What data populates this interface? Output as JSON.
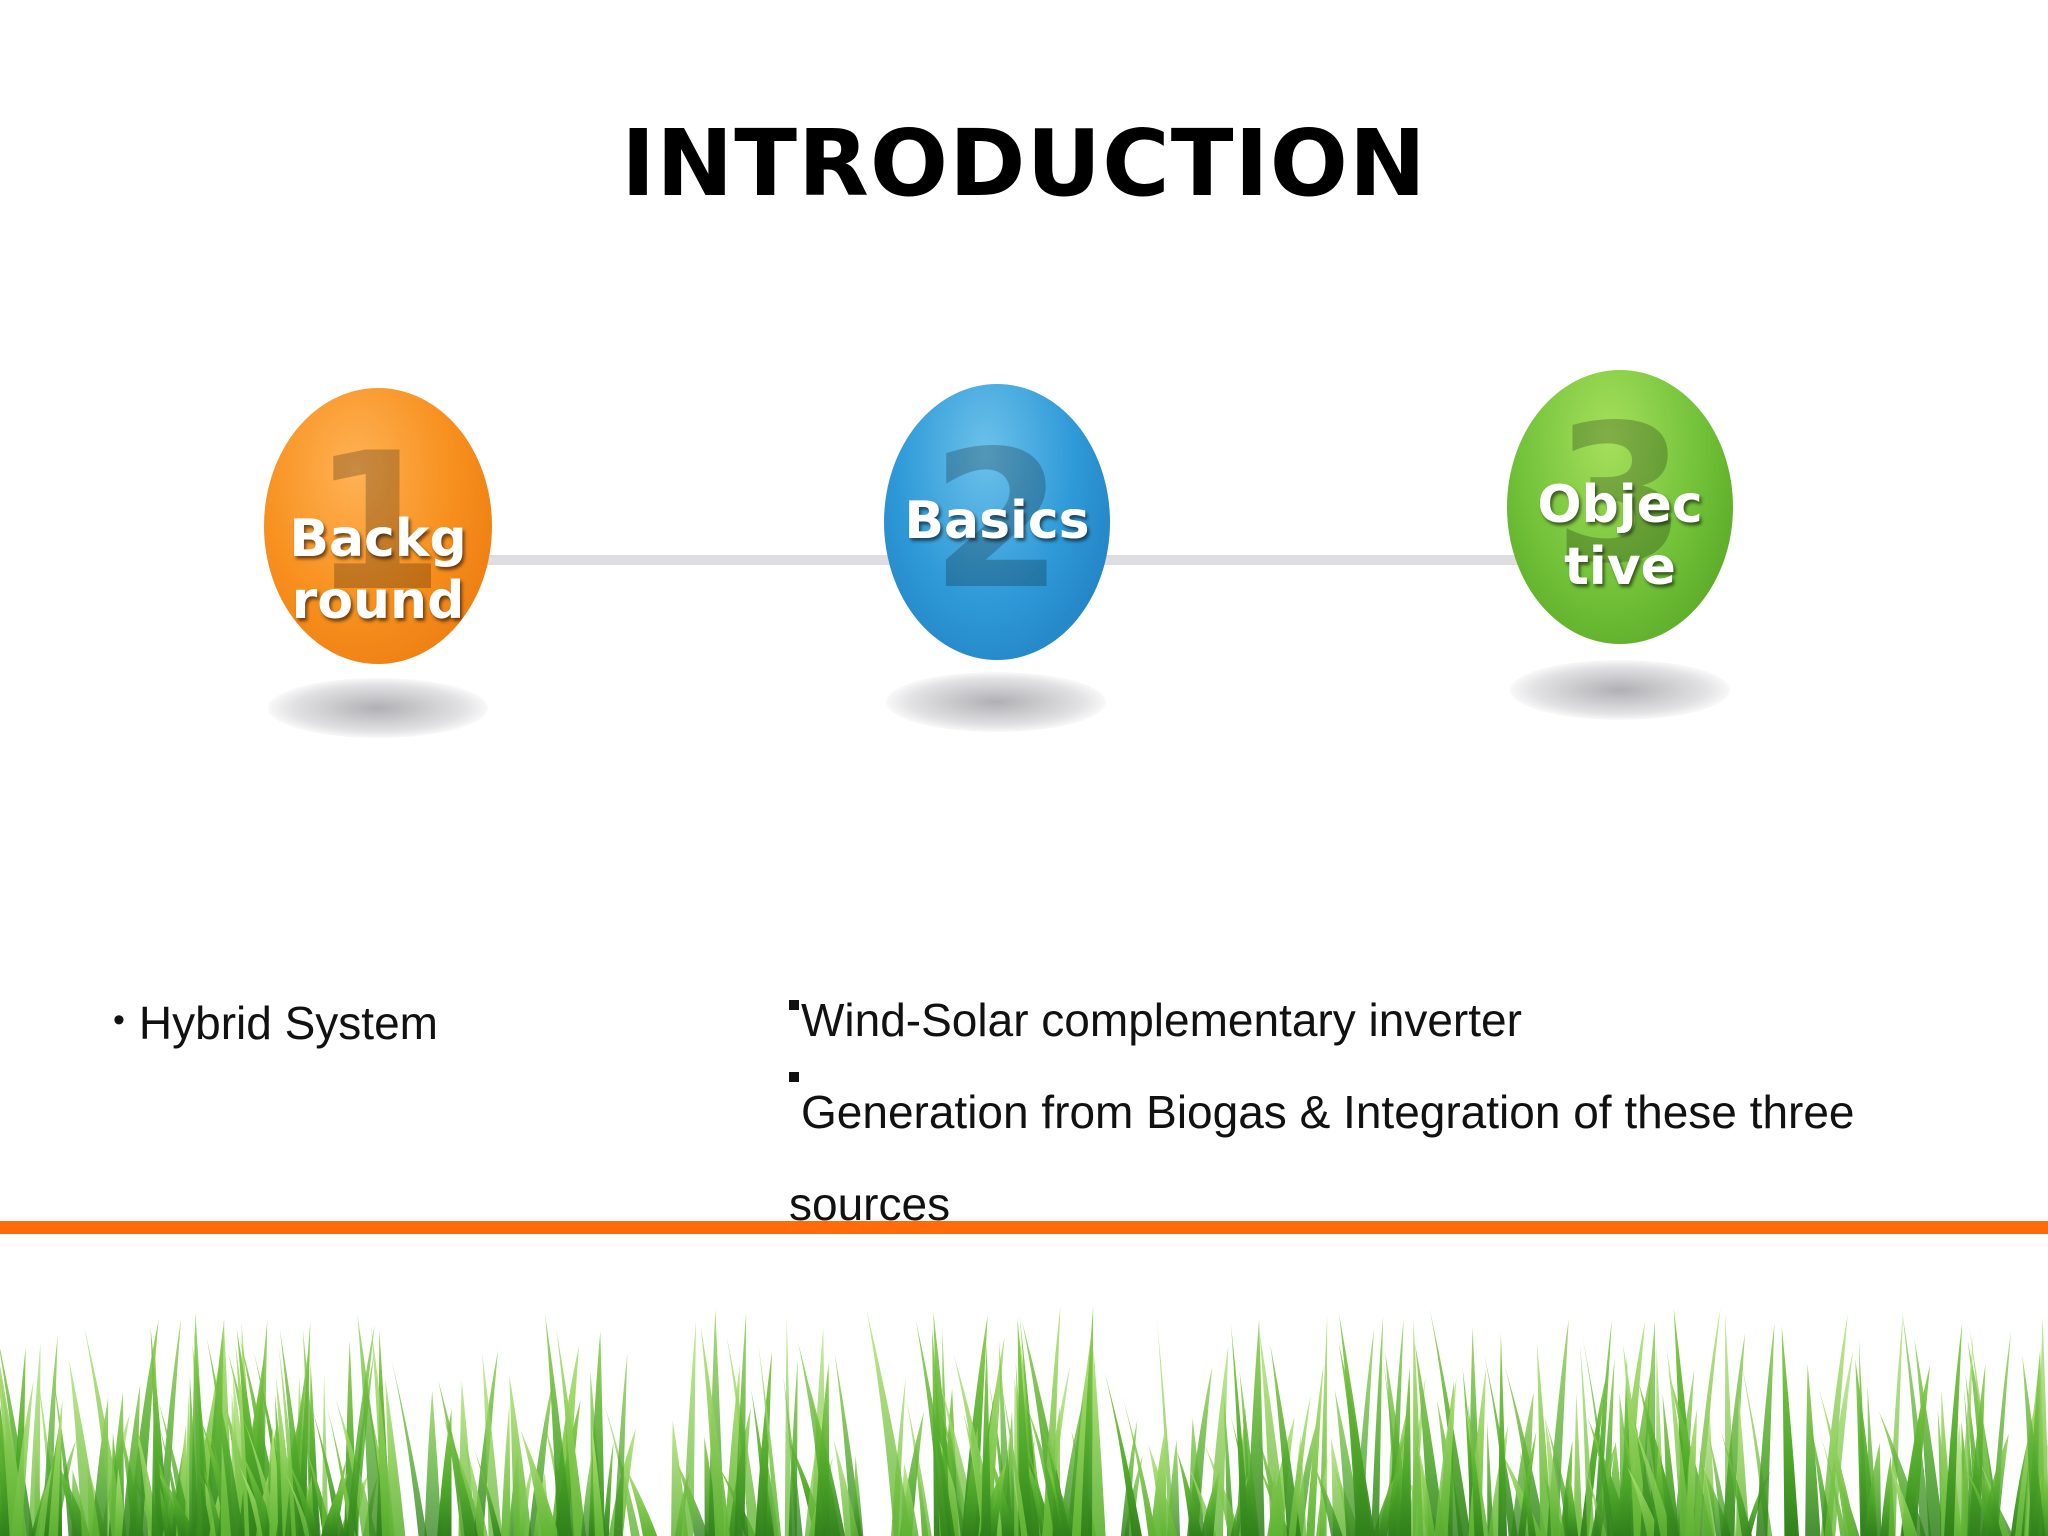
{
  "slide": {
    "title": "INTRODUCTION",
    "steps": [
      {
        "number": "1",
        "label": "Backg\nround",
        "color": "#f7901e"
      },
      {
        "number": "2",
        "label": "Basics",
        "color": "#2f9ad8"
      },
      {
        "number": "3",
        "label": "Objec\ntive",
        "color": "#74c33a"
      }
    ],
    "left_bullets": [
      "Hybrid System"
    ],
    "right_bullets": [
      "Wind-Solar complementary inverter",
      "Generation from Biogas & Integration of these three sources"
    ],
    "accent_rule_color": "#ff6a0a",
    "decoration": "grass-border"
  }
}
